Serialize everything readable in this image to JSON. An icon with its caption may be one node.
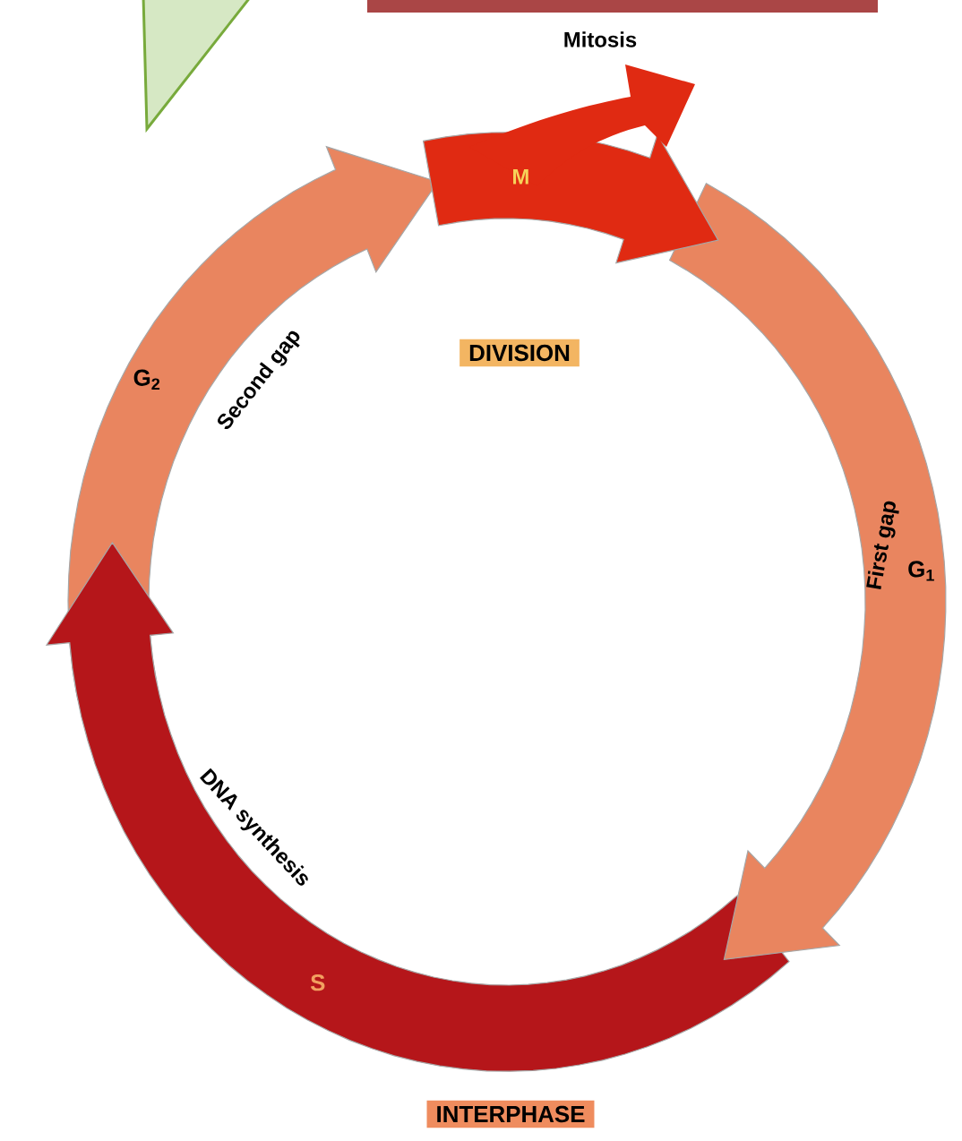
{
  "diagram": {
    "nodes": [
      {
        "text": [
          "M"
        ],
        "beside": [
          "Mitosis"
        ]
      },
      {
        "text": [
          "DIVISION"
        ]
      },
      {
        "text": [
          "G$_{2}$",
          "Second gap"
        ]
      },
      {
        "text": [
          "G$_{1}$",
          "First gap"
        ]
      },
      {
        "text": [
          "S",
          "DNA synthesis"
        ]
      },
      {
        "text": [
          "INTERPHASE"
        ]
      }
    ]
  }
}
